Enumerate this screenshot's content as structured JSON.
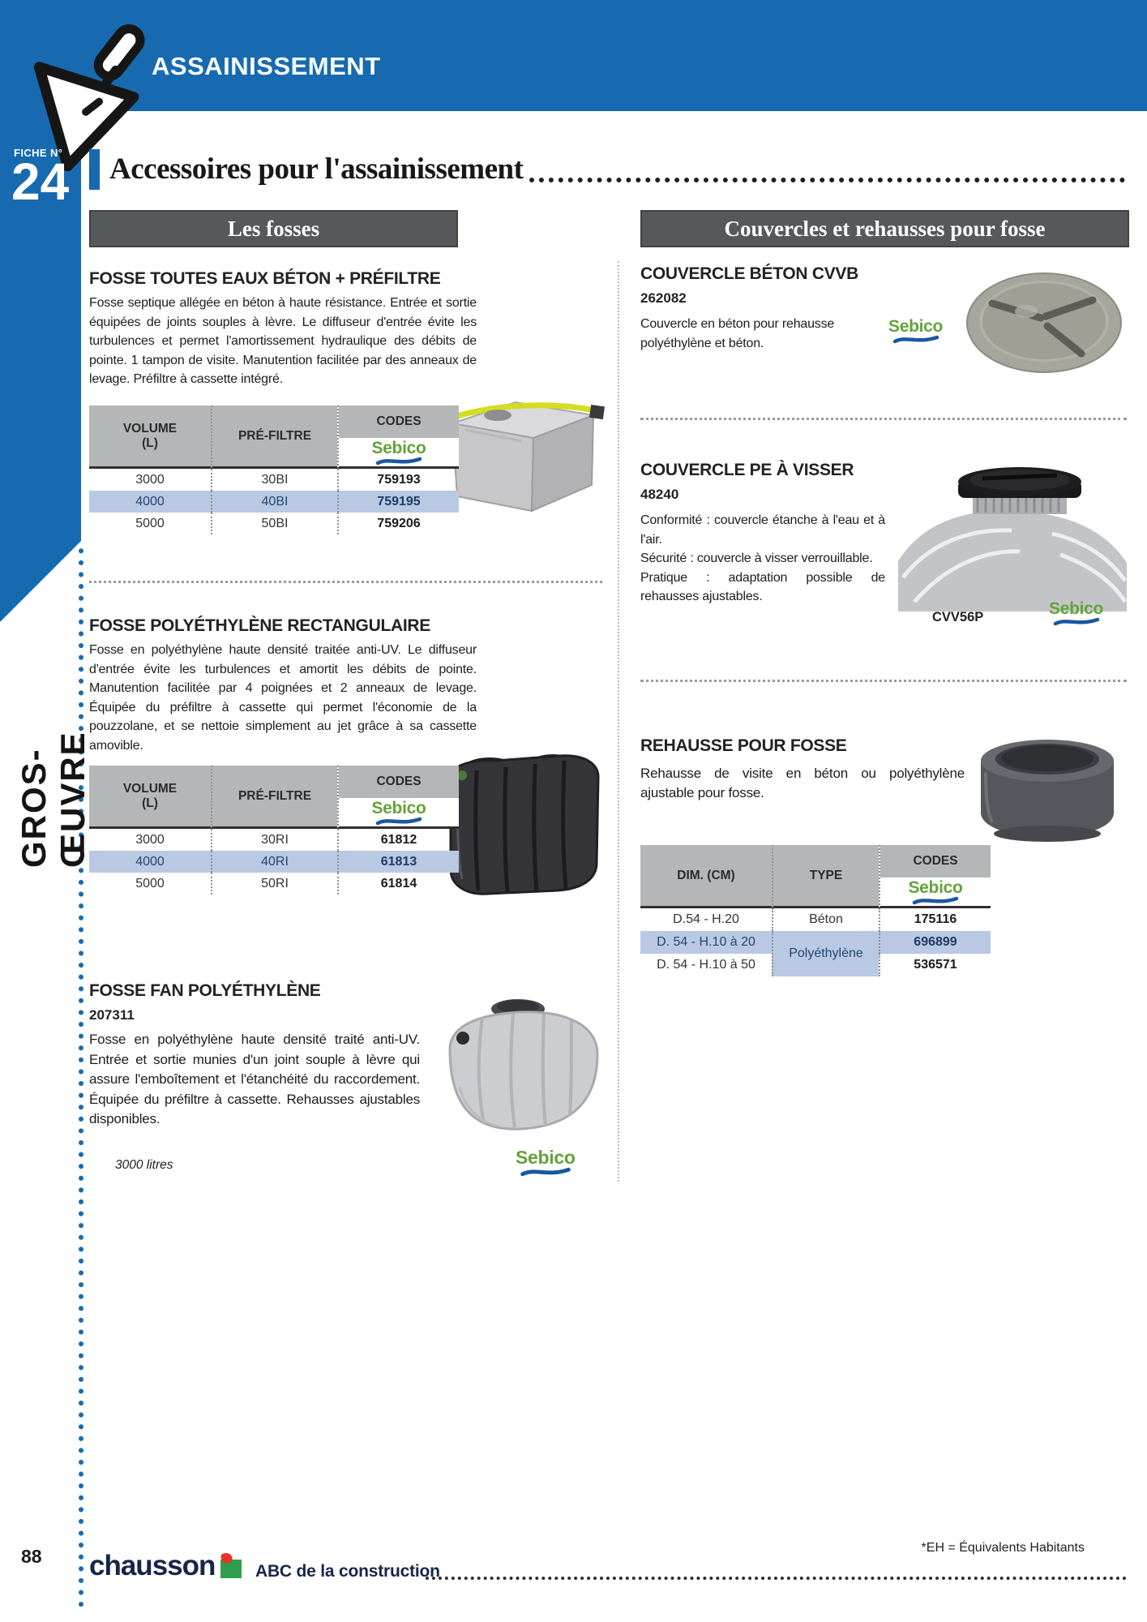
{
  "page": {
    "category_title": "ASSAINISSEMENT",
    "fiche_label": "FICHE N°",
    "fiche_number": "24",
    "sidebar_vertical_label": "GROS-ŒUVRE",
    "main_title": "Accessoires pour l'assainissement",
    "page_number": "88",
    "supplier_logo": "Sebico",
    "footer": {
      "brand": "chausson",
      "tagline": "ABC de la construction",
      "note": "*EH = Équivalents Habitants"
    }
  },
  "left": {
    "section_header": "Les fosses",
    "product1": {
      "name": "FOSSE TOUTES EAUX BÉTON + PRÉFILTRE",
      "description": "Fosse septique allégée en béton à haute résistance. Entrée et sortie équipées de joints souples à lèvre. Le diffuseur d'entrée évite les turbulences et permet l'amortissement hydraulique des débits de pointe. 1 tampon de visite. Manutention facilitée par des anneaux de levage. Préfiltre à cassette intégré.",
      "table": {
        "col1_header": "VOLUME (L)",
        "col2_header": "PRÉ-FILTRE",
        "col3_header": "CODES",
        "rows": [
          {
            "volume": "3000",
            "prefiltre": "30BI",
            "code": "759193"
          },
          {
            "volume": "4000",
            "prefiltre": "40BI",
            "code": "759195"
          },
          {
            "volume": "5000",
            "prefiltre": "50BI",
            "code": "759206"
          }
        ]
      }
    },
    "product2": {
      "name": "FOSSE POLYÉTHYLÈNE RECTANGULAIRE",
      "description": "Fosse en polyéthylène haute densité traitée anti-UV. Le diffuseur d'entrée évite les turbulences et amortit les débits de pointe. Manutention facilitée par 4 poignées et 2 anneaux de levage. Équipée du préfiltre à cassette qui permet l'économie de la pouzzolane, et se nettoie simplement au jet grâce à sa cassette amovible.",
      "table": {
        "col1_header": "VOLUME (L)",
        "col2_header": "PRÉ-FILTRE",
        "col3_header": "CODES",
        "rows": [
          {
            "volume": "3000",
            "prefiltre": "30RI",
            "code": "61812"
          },
          {
            "volume": "4000",
            "prefiltre": "40RI",
            "code": "61813"
          },
          {
            "volume": "5000",
            "prefiltre": "50RI",
            "code": "61814"
          }
        ]
      }
    },
    "product3": {
      "name": "FOSSE FAN POLYÉTHYLÈNE",
      "code": "207311",
      "description": "Fosse en polyéthylène haute densité traité anti-UV. Entrée et sortie munies d'un joint souple à lèvre qui assure l'emboîtement et l'étanchéité du raccordement. Équipée du préfiltre à cassette. Rehausses ajustables disponibles.",
      "caption": "3000 litres"
    }
  },
  "right": {
    "section_header": "Couvercles et rehausses pour fosse",
    "product1": {
      "name": "COUVERCLE BÉTON CVVB",
      "code": "262082",
      "description": "Couvercle en béton pour rehausse polyéthylène et béton."
    },
    "product2": {
      "name": "COUVERCLE PE À VISSER",
      "code": "48240",
      "line1": "Conformité : couvercle étanche à l'eau et à l'air.",
      "line2": "Sécurité : couvercle à visser verrouillable.",
      "line3": "Pratique : adaptation possible de rehausses ajustables.",
      "image_caption": "CVV56P"
    },
    "product3": {
      "name": "REHAUSSE POUR FOSSE",
      "description": "Rehausse de visite en béton ou polyéthylène ajustable pour fosse.",
      "table": {
        "col1_header": "DIM. (CM)",
        "col2_header": "TYPE",
        "col3_header": "CODES",
        "rows": [
          {
            "dim": "D.54 - H.20",
            "type": "Béton",
            "code": "175116"
          },
          {
            "dim": "D. 54 - H.10 à 20",
            "type": "Polyéthylène",
            "code": "696899"
          },
          {
            "dim": "D. 54 - H.10 à 50",
            "code": "536571"
          }
        ]
      }
    }
  },
  "colors": {
    "brand_blue": "#176aaf",
    "section_bar_gray": "#57585b",
    "table_header_gray": "#b5b6b8",
    "row_highlight_blue": "#b9c9e4",
    "sebico_green": "#63a33b",
    "sebico_wave_blue": "#1b57a0",
    "footer_navy": "#16254a"
  }
}
